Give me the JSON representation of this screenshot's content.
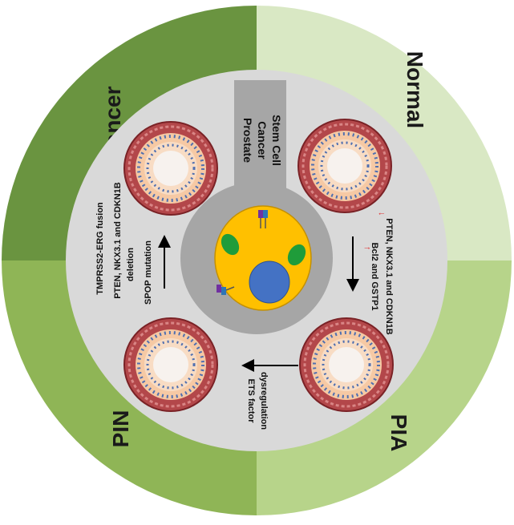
{
  "stages": {
    "normal": "Normal",
    "pia": "PIA",
    "pin": "PIN",
    "cancer": "Cancer"
  },
  "center": {
    "line1": "Prostate",
    "line2": "Cancer",
    "line3": "Stem Cell"
  },
  "transitions": {
    "normal_to_pia": {
      "line1": "Bcl2 and GSTP1",
      "line2": "PTEN, NKX3.1 and CDKN1B"
    },
    "pia_to_pin": {
      "line1": "ETS factor",
      "line2": "dysregulation"
    },
    "pin_to_cancer": {
      "line1": "SPOP mutation",
      "line2": "deletion",
      "line3": "PTEN, NKX3.1 and CDKN1B",
      "line4": "TMPRSS2-ERG fusion"
    }
  },
  "colors": {
    "normal": "#d9e8c4",
    "pia": "#b7d48a",
    "pin": "#8fb556",
    "cancer": "#6a9440",
    "inner_disc": "#d9d9d9",
    "stem_gray": "#a6a6a6",
    "cell": "#ffc000",
    "nucleus": "#4472c4",
    "receptor": "#1f9c3a",
    "up_arrow": "#e03030"
  },
  "icons": [
    "gland-icon",
    "receptor-icon",
    "arrow-icon"
  ]
}
